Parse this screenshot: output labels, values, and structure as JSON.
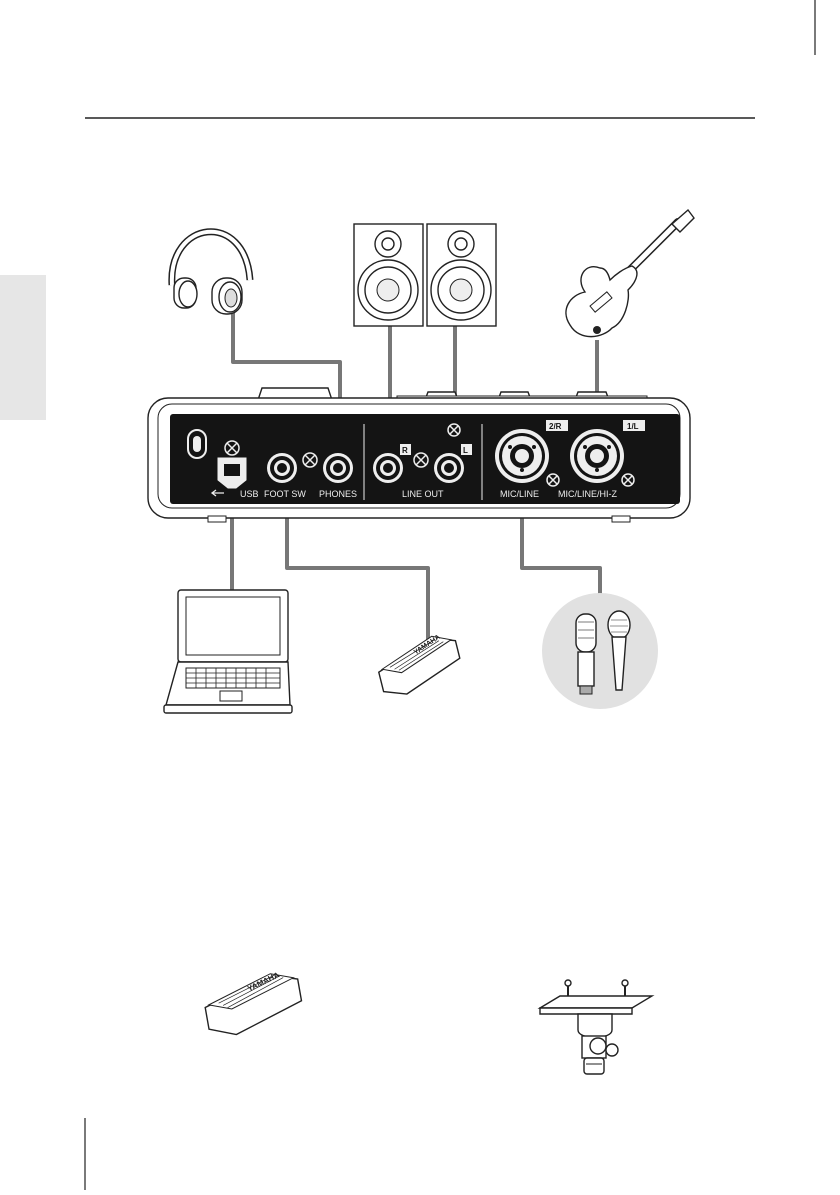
{
  "panel": {
    "usb_label": "USB",
    "footsw_label": "FOOT SW",
    "phones_label": "PHONES",
    "lineout_label": "LINE OUT",
    "r_label": "R",
    "l_label": "L",
    "input2_label": "MIC/LINE",
    "input1_label": "MIC/LINE/HI-Z",
    "ch2_badge": "2/R",
    "ch1_badge": "1/L"
  },
  "footswitch_brand": "YAMAHA"
}
